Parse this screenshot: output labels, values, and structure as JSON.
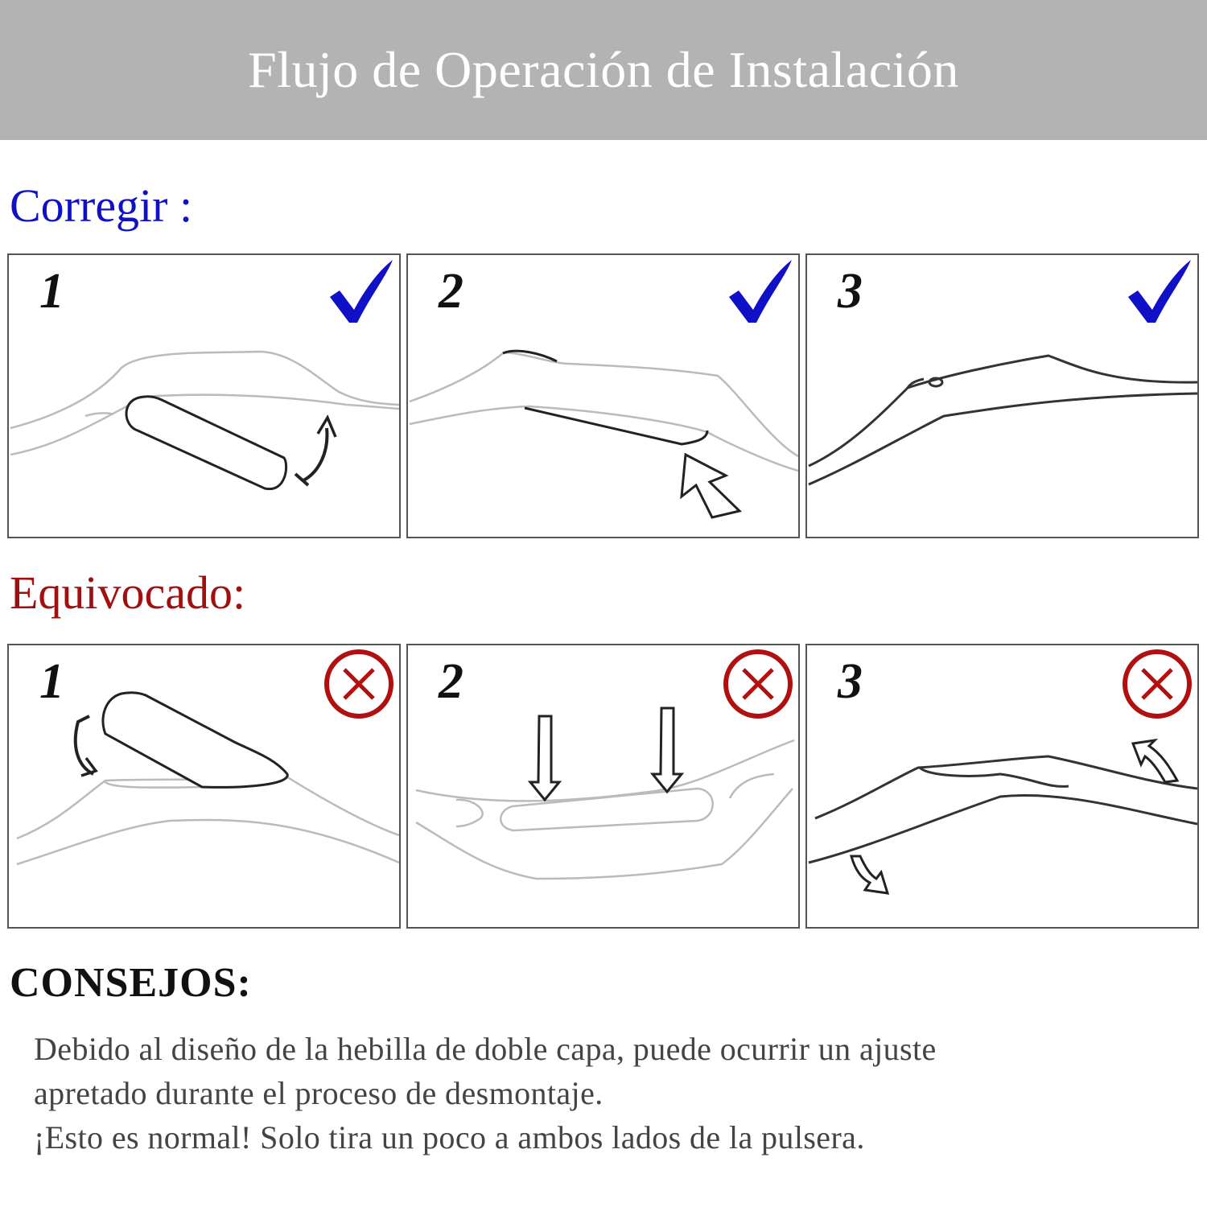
{
  "header": {
    "title": "Flujo de Operación de Instalación"
  },
  "correct": {
    "label": "Corregir :",
    "color": "#1010c8",
    "steps": [
      {
        "number": "1",
        "mark": "check-icon"
      },
      {
        "number": "2",
        "mark": "check-icon"
      },
      {
        "number": "3",
        "mark": "check-icon"
      }
    ]
  },
  "wrong": {
    "label": "Equivocado:",
    "color": "#a01010",
    "steps": [
      {
        "number": "1",
        "mark": "cross-icon"
      },
      {
        "number": "2",
        "mark": "cross-icon"
      },
      {
        "number": "3",
        "mark": "cross-icon"
      }
    ]
  },
  "tips": {
    "title": "CONSEJOS:",
    "lines": [
      "Debido al diseño de la hebilla de doble capa, puede ocurrir un ajuste",
      "apretado durante el proceso de desmontaje.",
      "¡Esto es normal! Solo tira un poco a ambos lados de la pulsera."
    ]
  }
}
